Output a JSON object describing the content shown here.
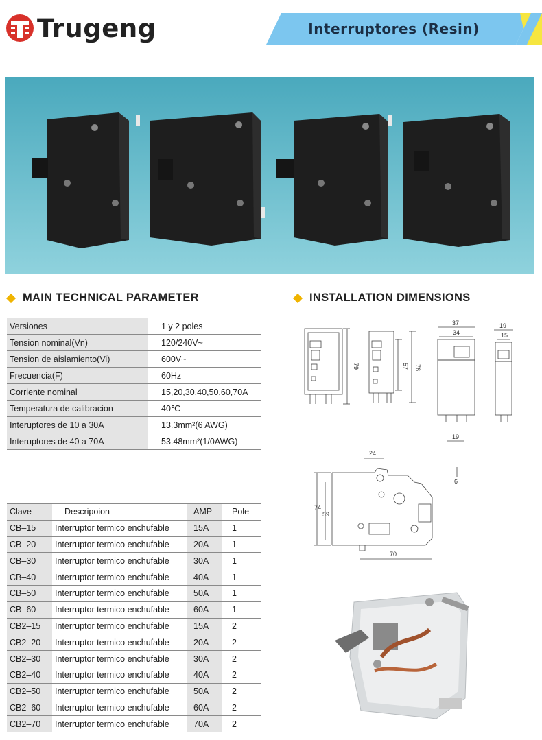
{
  "brand": {
    "name": "Trugeng"
  },
  "header": {
    "title": "Interruptores (Resin)"
  },
  "colors": {
    "accent_blue": "#7cc6ef",
    "accent_yellow": "#f6e640",
    "diamond": "#f0b400",
    "photo_bg": "#5fb4c6",
    "logo_red": "#d8312a"
  },
  "sections": {
    "params_title": "MAIN TECHNICAL PARAMETER",
    "install_title": "INSTALLATION DIMENSIONS"
  },
  "parameters": [
    {
      "key": "Versiones",
      "value": "1 y 2 poles"
    },
    {
      "key": "Tension nominal(Vn)",
      "value": "120/240V~"
    },
    {
      "key": "Tension de aislamiento(Vi)",
      "value": "600V~"
    },
    {
      "key": "Frecuencia(F)",
      "value": "60Hz"
    },
    {
      "key": "Corriente nominal",
      "value": "15,20,30,40,50,60,70A"
    },
    {
      "key": "Temperatura de calibracion",
      "value": "40℃"
    },
    {
      "key": "Interuptores de 10 a 30A",
      "value": "13.3mm²(6 AWG)"
    },
    {
      "key": "Interuptores de 40 a 70A",
      "value": "53.48mm²(1/0AWG)"
    }
  ],
  "models": {
    "headers": {
      "clave": "Clave",
      "descripcion": "Descripoion",
      "amp": "AMP",
      "pole": "Pole"
    },
    "rows": [
      {
        "clave": "CB–15",
        "descripcion": "Interruptor termico enchufable",
        "amp": "15A",
        "pole": "1"
      },
      {
        "clave": "CB–20",
        "descripcion": "Interruptor termico enchufable",
        "amp": "20A",
        "pole": "1"
      },
      {
        "clave": "CB–30",
        "descripcion": "Interruptor termico enchufable",
        "amp": "30A",
        "pole": "1"
      },
      {
        "clave": "CB–40",
        "descripcion": "Interruptor termico enchufable",
        "amp": "40A",
        "pole": "1"
      },
      {
        "clave": "CB–50",
        "descripcion": "Interruptor termico enchufable",
        "amp": "50A",
        "pole": "1"
      },
      {
        "clave": "CB–60",
        "descripcion": "Interruptor termico enchufable",
        "amp": "60A",
        "pole": "1"
      },
      {
        "clave": "CB2–15",
        "descripcion": "Interruptor termico enchufable",
        "amp": "15A",
        "pole": "2"
      },
      {
        "clave": "CB2–20",
        "descripcion": "Interruptor termico enchufable",
        "amp": "20A",
        "pole": "2"
      },
      {
        "clave": "CB2–30",
        "descripcion": "Interruptor termico enchufable",
        "amp": "30A",
        "pole": "2"
      },
      {
        "clave": "CB2–40",
        "descripcion": "Interruptor termico enchufable",
        "amp": "40A",
        "pole": "2"
      },
      {
        "clave": "CB2–50",
        "descripcion": "Interruptor termico enchufable",
        "amp": "50A",
        "pole": "2"
      },
      {
        "clave": "CB2–60",
        "descripcion": "Interruptor termico enchufable",
        "amp": "60A",
        "pole": "2"
      },
      {
        "clave": "CB2–70",
        "descripcion": "Interruptor termico enchufable",
        "amp": "70A",
        "pole": "2"
      }
    ]
  },
  "dimensions": {
    "front_height": "79",
    "side_inner_height": "57",
    "side_height": "76",
    "two_pole_width": "37",
    "two_pole_inner_width": "34",
    "two_pole_pitch": "19",
    "single_width": "19",
    "single_inner_width": "15",
    "profile_top": "24",
    "profile_offset": "6",
    "profile_height": "74",
    "profile_inner_height": "59",
    "profile_length": "70"
  }
}
